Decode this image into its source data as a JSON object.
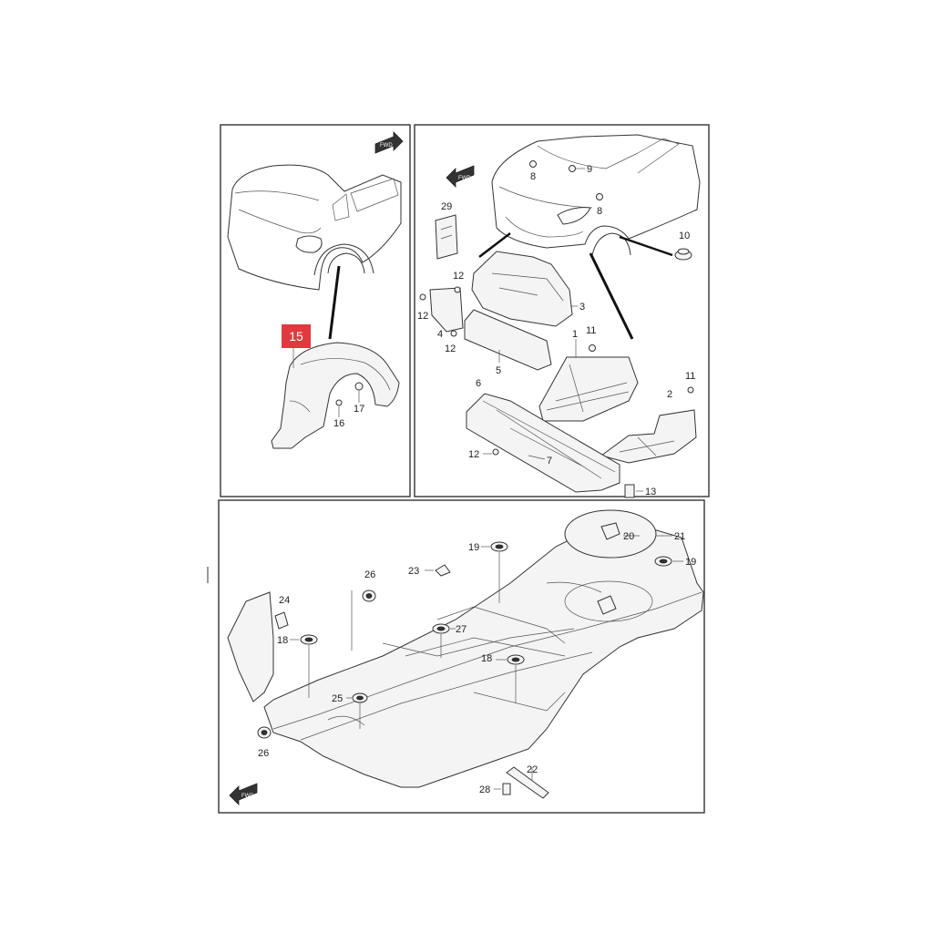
{
  "labels": {
    "highlight": "15",
    "p1": "1",
    "p2": "2",
    "p3": "3",
    "p4": "4",
    "p5": "5",
    "p6": "6",
    "p7": "7",
    "p8a": "8",
    "p8b": "8",
    "p9": "9",
    "p10": "10",
    "p11a": "11",
    "p11b": "11",
    "p12a": "12",
    "p12b": "12",
    "p12c": "12",
    "p12d": "12",
    "p13": "13",
    "p16": "16",
    "p17": "17",
    "p18a": "18",
    "p18b": "18",
    "p19a": "19",
    "p19b": "19",
    "p20": "20",
    "p21": "21",
    "p22": "22",
    "p23": "23",
    "p24": "24",
    "p25": "25",
    "p26a": "26",
    "p26b": "26",
    "p27": "27",
    "p28": "28",
    "p29": "29"
  },
  "fwd": {
    "label": "FWD"
  },
  "colors": {
    "highlight": "#e03a3e",
    "line": "#333333"
  }
}
